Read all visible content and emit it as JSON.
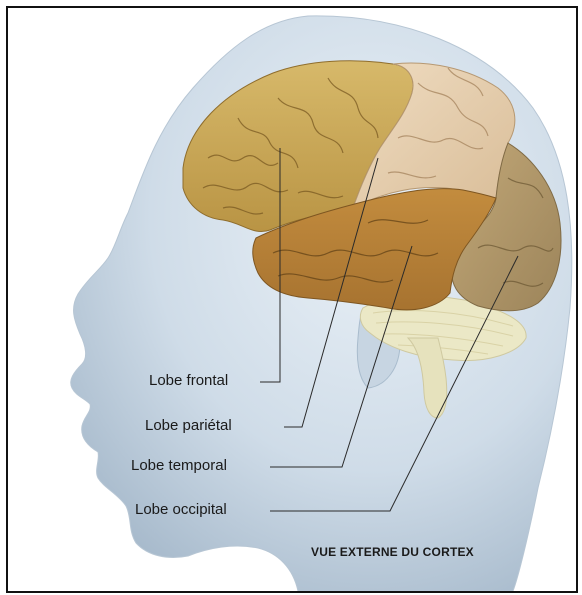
{
  "labels": {
    "frontal": "Lobe frontal",
    "parietal": "Lobe pariétal",
    "temporal": "Lobe temporal",
    "occipital": "Lobe occipital"
  },
  "caption": "VUE EXTERNE DU CORTEX",
  "colors": {
    "frame": "#111111",
    "head": "#c9d8e6",
    "frontal_lobe": "#c9a75a",
    "parietal_lobe": "#e8d3b6",
    "temporal_lobe": "#b98338",
    "occipital_lobe": "#b3996a",
    "cerebellum": "#ebe8c6",
    "leader_line": "#2a2a2a"
  }
}
